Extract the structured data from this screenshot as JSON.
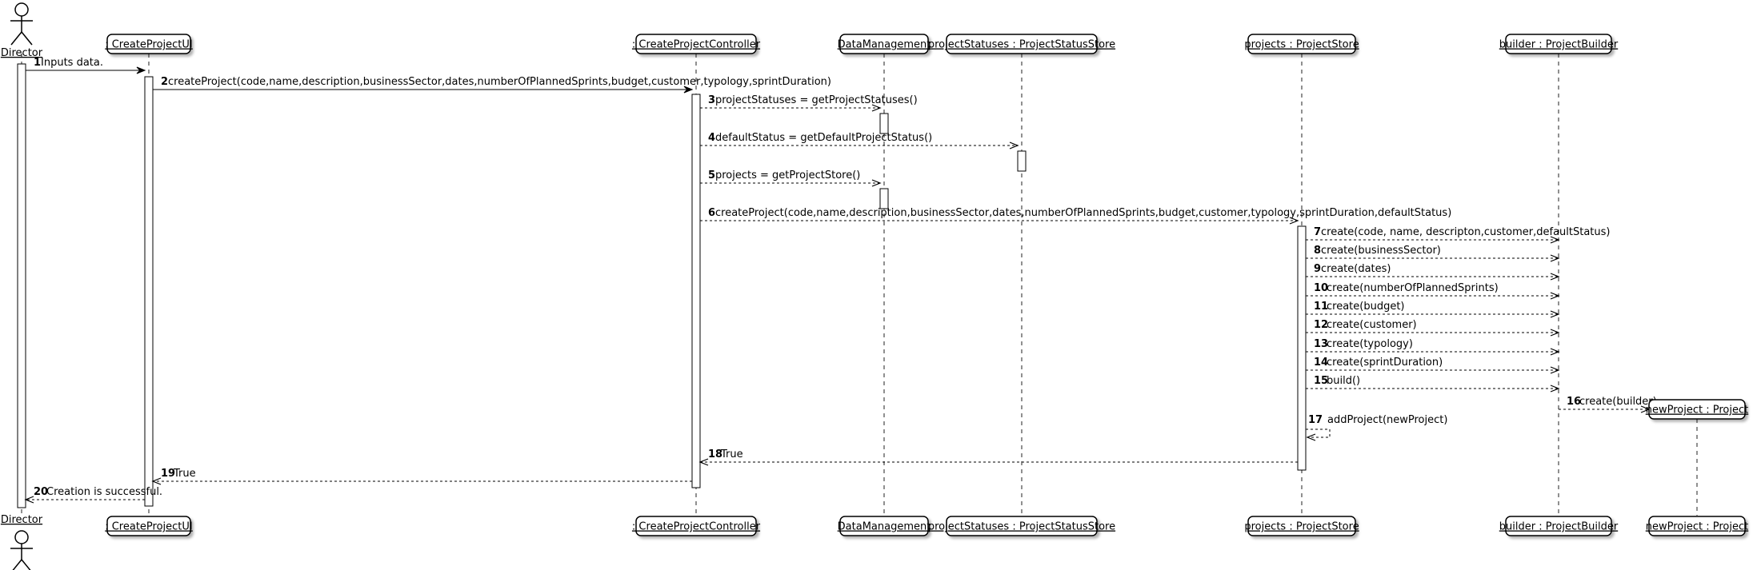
{
  "participants": [
    {
      "id": "director",
      "kind": "actor",
      "label": "Director"
    },
    {
      "id": "ui",
      "kind": "box",
      "label": ": CreateProjectUI"
    },
    {
      "id": "controller",
      "kind": "box",
      "label": ": CreateProjectController"
    },
    {
      "id": "dm",
      "kind": "box",
      "label": "DataManagement"
    },
    {
      "id": "pss",
      "kind": "box",
      "label": "projectStatuses : ProjectStatusStore"
    },
    {
      "id": "ps",
      "kind": "box",
      "label": "projects : ProjectStore"
    },
    {
      "id": "builder",
      "kind": "box",
      "label": "builder : ProjectBuilder"
    },
    {
      "id": "newproj",
      "kind": "box",
      "label": "newProject : Project",
      "created_by_message": 16
    }
  ],
  "messages": [
    {
      "n": "1",
      "from": "director",
      "to": "ui",
      "text": "Inputs data.",
      "style": "solid"
    },
    {
      "n": "2",
      "from": "ui",
      "to": "controller",
      "text": "createProject(code,name,description,businessSector,dates,numberOfPlannedSprints,budget,customer,typology,sprintDuration)",
      "style": "solid"
    },
    {
      "n": "3",
      "from": "controller",
      "to": "dm",
      "text": "projectStatuses = getProjectStatuses()",
      "style": "dashed"
    },
    {
      "n": "4",
      "from": "controller",
      "to": "pss",
      "text": "defaultStatus = getDefaultProjectStatus()",
      "style": "dashed"
    },
    {
      "n": "5",
      "from": "controller",
      "to": "dm",
      "text": "projects = getProjectStore()",
      "style": "dashed"
    },
    {
      "n": "6",
      "from": "controller",
      "to": "ps",
      "text": "createProject(code,name,description,businessSector,dates,numberOfPlannedSprints,budget,customer,typology,sprintDuration,defaultStatus)",
      "style": "dashed"
    },
    {
      "n": "7",
      "from": "ps",
      "to": "builder",
      "text": "create(code, name, descripton,customer,defaultStatus)",
      "style": "dashed"
    },
    {
      "n": "8",
      "from": "ps",
      "to": "builder",
      "text": "create(businessSector)",
      "style": "dashed"
    },
    {
      "n": "9",
      "from": "ps",
      "to": "builder",
      "text": "create(dates)",
      "style": "dashed"
    },
    {
      "n": "10",
      "from": "ps",
      "to": "builder",
      "text": "create(numberOfPlannedSprints)",
      "style": "dashed"
    },
    {
      "n": "11",
      "from": "ps",
      "to": "builder",
      "text": "create(budget)",
      "style": "dashed"
    },
    {
      "n": "12",
      "from": "ps",
      "to": "builder",
      "text": "create(customer)",
      "style": "dashed"
    },
    {
      "n": "13",
      "from": "ps",
      "to": "builder",
      "text": "create(typology)",
      "style": "dashed"
    },
    {
      "n": "14",
      "from": "ps",
      "to": "builder",
      "text": "create(sprintDuration)",
      "style": "dashed"
    },
    {
      "n": "15",
      "from": "ps",
      "to": "builder",
      "text": "build()",
      "style": "dashed"
    },
    {
      "n": "16",
      "from": "builder",
      "to": "newproj",
      "text": "create(builder)",
      "style": "dashed"
    },
    {
      "n": "17",
      "from": "ps",
      "to": "ps",
      "text": "addProject(newProject)",
      "style": "dashed"
    },
    {
      "n": "18",
      "from": "ps",
      "to": "controller",
      "text": "True",
      "style": "dashed"
    },
    {
      "n": "19",
      "from": "controller",
      "to": "ui",
      "text": "True",
      "style": "dashed"
    },
    {
      "n": "20",
      "from": "ui",
      "to": "director",
      "text": "Creation is successful.",
      "style": "dashed"
    }
  ]
}
